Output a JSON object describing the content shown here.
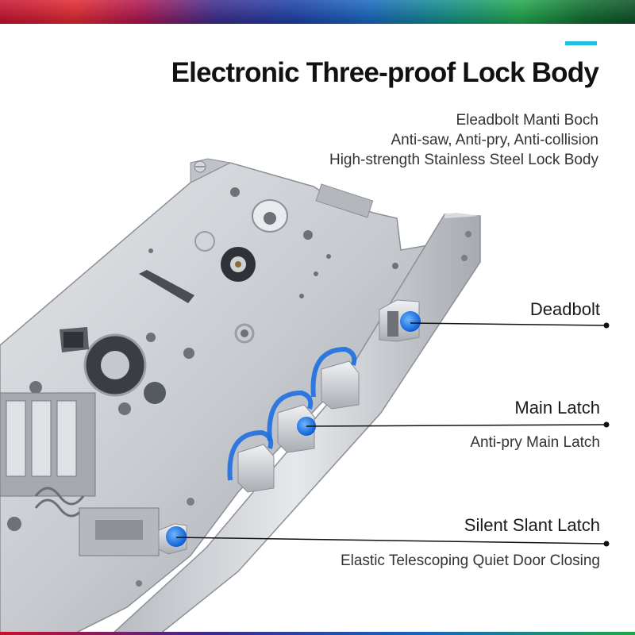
{
  "title": "Electronic Three-proof Lock Body",
  "subtitle_lines": [
    "Eleadbolt Manti Boch",
    "Anti-saw, Anti-pry, Anti-collision",
    "High-strength Stainless Steel Lock Body"
  ],
  "callouts": {
    "deadbolt": {
      "label": "Deadbolt"
    },
    "main_latch": {
      "label": "Main Latch",
      "sublabel": "Anti-pry Main Latch"
    },
    "silent_latch": {
      "label": "Silent Slant Latch",
      "sublabel": "Elastic Telescoping Quiet Door Closing"
    }
  },
  "colors": {
    "accent": "#1ec0e0",
    "highlight_blue": "#1e6fe0",
    "steel": "#c9ccd0",
    "text_dark": "#111111"
  }
}
